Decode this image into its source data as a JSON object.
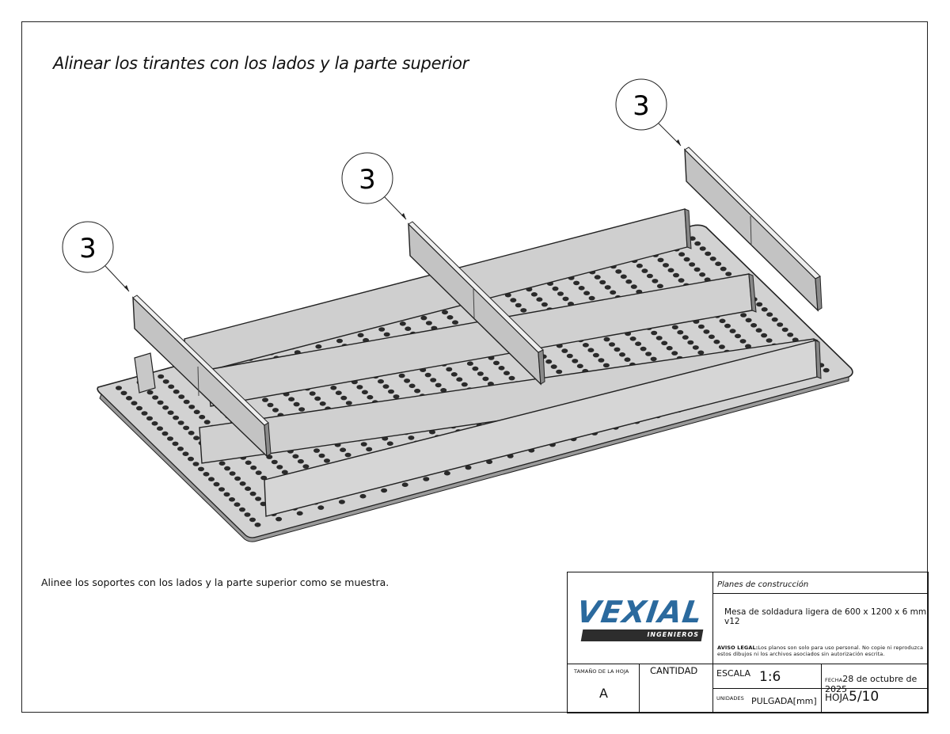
{
  "heading": "Alinear los tirantes con los lados y la parte superior",
  "instruction_note": "Alinee los soportes con los lados y la parte superior como se muestra.",
  "callouts": [
    "3",
    "3",
    "3"
  ],
  "title_block": {
    "logo_text": "VEXIAL",
    "logo_subtext": "INGENIEROS",
    "logo_color": "#2b6a9e",
    "drawing_category": "Planes de construcción",
    "drawing_title": "Mesa de soldadura ligera de 600 x 1200 x 6 mm v12",
    "legal_label": "AVISO LEGAL:",
    "legal_text_1": "Los planos son solo para uso personal. No copie ni reproduzca",
    "legal_text_2": "estos dibujos ni los archivos asociados sin autorización escrita.",
    "sheet_size_label": "TAMAÑO DE LA HOJA",
    "sheet_size_value": "A",
    "quantity_label": "CANTIDAD",
    "scale_label": "ESCALA",
    "scale_value": "1:6",
    "date_label": "FECHA",
    "date_value": "28 de octubre de 2025",
    "units_label": "UNIDADES",
    "units_value": "PULGADA[mm]",
    "sheet_label": "HOJA",
    "sheet_value": "5/10"
  }
}
